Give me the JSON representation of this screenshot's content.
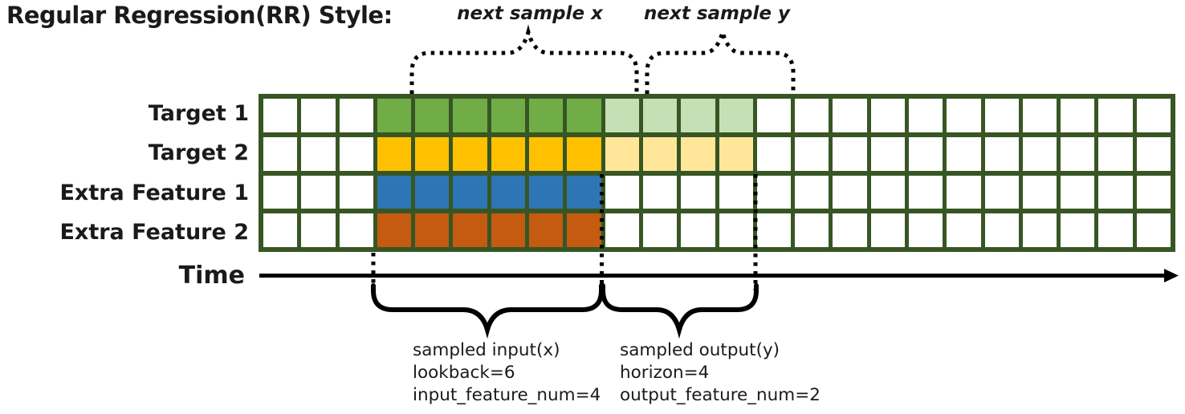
{
  "title": "Regular Regression(RR) Style:",
  "top_annotations": {
    "next_sample_x": "next sample x",
    "next_sample_y": "next sample y"
  },
  "time_axis": {
    "label": "Time"
  },
  "grid": {
    "columns": 24,
    "border_color": "#375623",
    "cell_color": "#ffffff",
    "rows": [
      {
        "label": "Target 1",
        "solid_range": [
          3,
          9
        ],
        "solid_color": "#70ad47",
        "faded_range": [
          9,
          13
        ],
        "faded_color": "#c5e0b4"
      },
      {
        "label": "Target 2",
        "solid_range": [
          3,
          9
        ],
        "solid_color": "#ffc000",
        "faded_range": [
          9,
          13
        ],
        "faded_color": "#ffe699"
      },
      {
        "label": "Extra Feature 1",
        "solid_range": [
          3,
          9
        ],
        "solid_color": "#2e75b6",
        "faded_range": null,
        "faded_color": null
      },
      {
        "label": "Extra Feature 2",
        "solid_range": [
          3,
          9
        ],
        "solid_color": "#c55a11",
        "faded_range": null,
        "faded_color": null
      }
    ]
  },
  "bottom_annotations": {
    "input": {
      "lines": [
        "sampled input(x)",
        "lookback=6",
        "input_feature_num=4"
      ]
    },
    "output": {
      "lines": [
        "sampled output(y)",
        "horizon=4",
        "output_feature_num=2"
      ]
    }
  },
  "colors": {
    "annotation_stroke": "#000000"
  }
}
